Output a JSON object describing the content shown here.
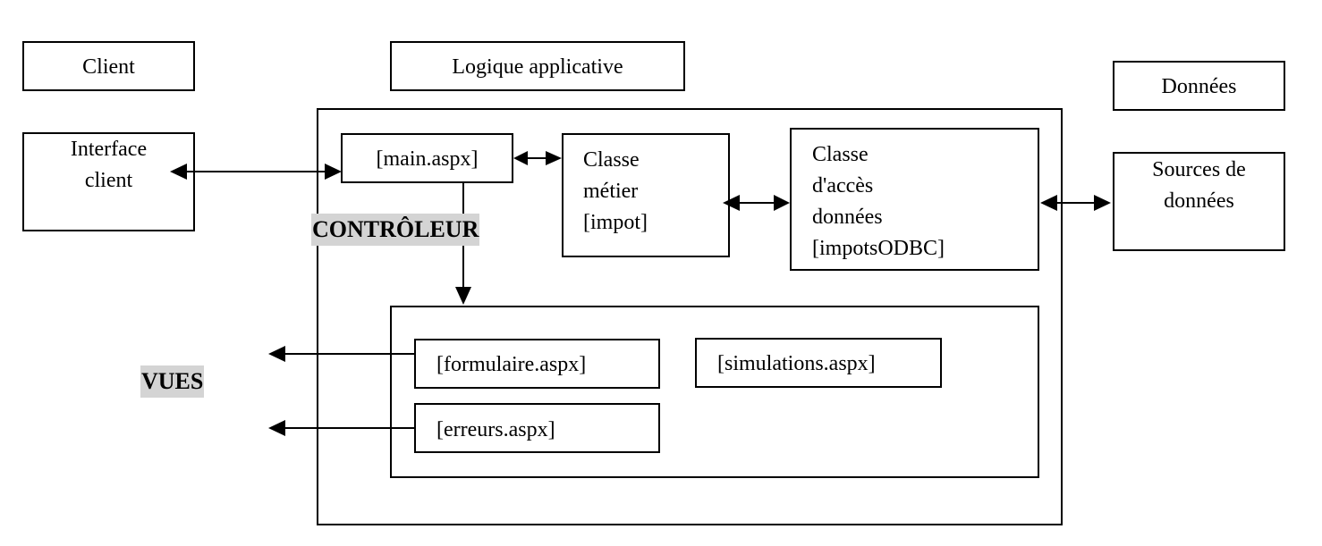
{
  "headers": {
    "client": "Client",
    "logic": "Logique applicative",
    "data": "Données"
  },
  "interface_client": {
    "line1": "Interface",
    "line2": "client"
  },
  "main": {
    "label": "[main.aspx]"
  },
  "controller_label": "CONTRÔLEUR",
  "business": {
    "line1": "Classe",
    "line2": "métier",
    "line3": "[impot]"
  },
  "dao": {
    "line1": "Classe",
    "line2": "d'accès",
    "line3": "données",
    "line4": "[impotsODBC]"
  },
  "sources": {
    "line1": "Sources de",
    "line2": "données"
  },
  "views": {
    "label": "VUES",
    "formulaire": "[formulaire.aspx]",
    "simulations": "[simulations.aspx]",
    "erreurs": "[erreurs.aspx]"
  }
}
